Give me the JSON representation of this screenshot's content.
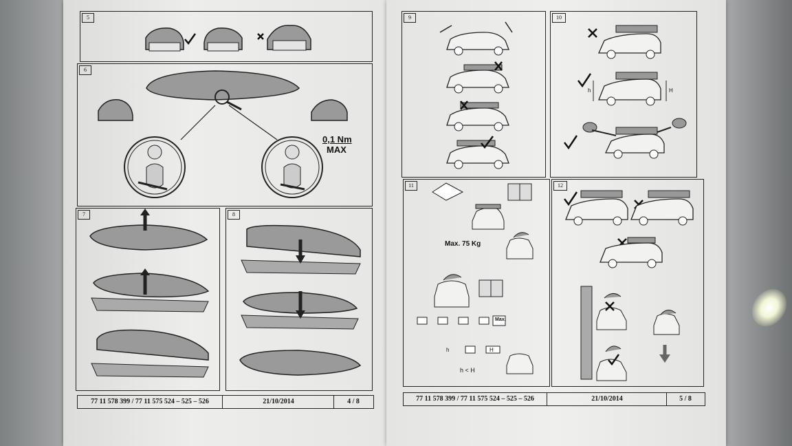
{
  "left_page": {
    "panels": {
      "p5": "5",
      "p6": "6",
      "p7": "7",
      "p8": "8"
    },
    "torque": {
      "value": "0,1 Nm",
      "max": "MAX"
    },
    "footer": {
      "ref": "77 11 578 399 / 77 11 575 524 – 525 – 526",
      "date": "21/10/2014",
      "page": "4 / 8"
    }
  },
  "right_page": {
    "panels": {
      "p9": "9",
      "p10": "10",
      "p11": "11",
      "p12": "12"
    },
    "load": {
      "max_load": "Max. 75 Kg",
      "max_label": "Max.",
      "h_rule": "h < H",
      "h_small": "h",
      "h_big": "H",
      "h_small2": "h",
      "h_big2": "H"
    },
    "footer": {
      "ref": "77 11 578 399 / 77 11 575 524 – 525 – 526",
      "date": "21/10/2014",
      "page": "5 / 8"
    }
  },
  "colors": {
    "paper": "#ececea",
    "ink": "#222222",
    "box_fill": "#9a9a9a",
    "background": "#8a8d8e"
  }
}
